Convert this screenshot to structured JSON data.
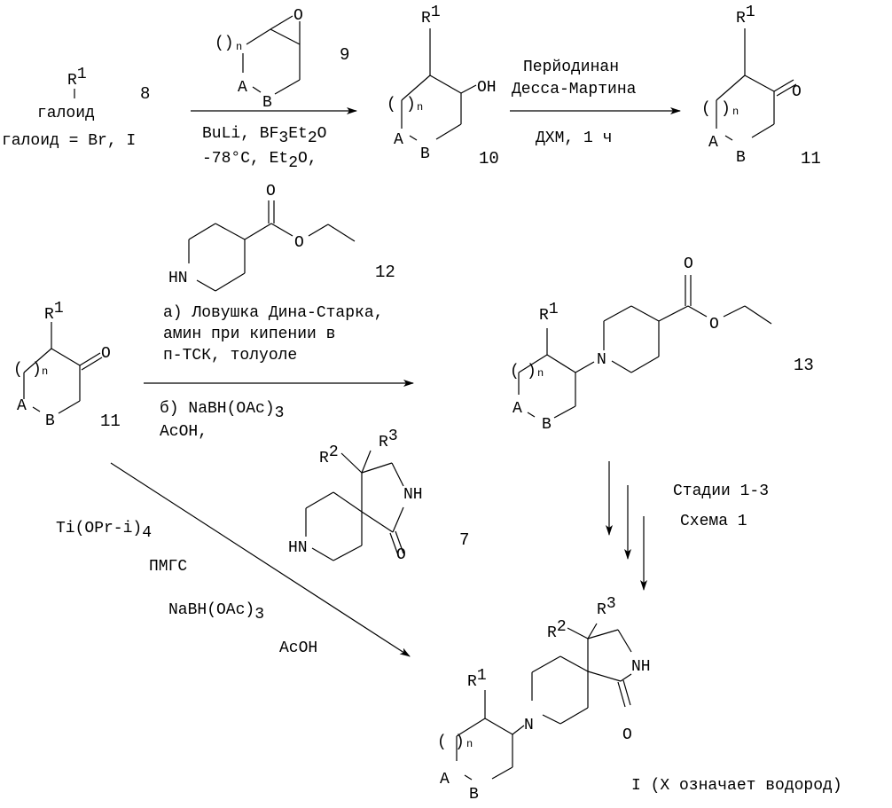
{
  "compound_8": {
    "r": "R",
    "r_sup": "1",
    "line1": "галоид",
    "line2": "галоид = Br, I",
    "number": "8"
  },
  "compound_9": {
    "o": "O",
    "n": "n",
    "a": "A",
    "b": "B",
    "number": "9"
  },
  "step1": {
    "reagent_a": "BuLi, BF",
    "sub_a": "3",
    "reagent_b": "Et",
    "sub_b": "2",
    "reagent_c": "O",
    "cond_a": "-78°C, Et",
    "cond_sub": "2",
    "cond_b": "O,"
  },
  "compound_10": {
    "r": "R",
    "r_sup": "1",
    "oh": "OH",
    "n": "n",
    "a": "A",
    "b": "B",
    "number": "10"
  },
  "step2": {
    "line1": "Перйодинан",
    "line2": "Десса-Мартина",
    "line3": "ДХМ, 1 ч"
  },
  "compound_11_top": {
    "r": "R",
    "r_sup": "1",
    "o": "O",
    "n": "n",
    "a": "A",
    "b": "B",
    "number": "11"
  },
  "compound_12": {
    "hn": "HN",
    "o1": "O",
    "o2": "O",
    "number": "12"
  },
  "step3": {
    "line_a1": "а) Ловушка Дина-Старка,",
    "line_a2": "амин при кипении в",
    "line_a3": "п-ТСК, толуоле",
    "line_b1": "б) NaBH(OAc)",
    "line_b1_sub": "3",
    "line_b2": "AcOH,"
  },
  "compound_11_left": {
    "r": "R",
    "r_sup": "1",
    "o": "O",
    "n": "n",
    "a": "A",
    "b": "B",
    "number": "11"
  },
  "compound_13": {
    "r": "R",
    "r_sup": "1",
    "n_atom": "N",
    "o1": "O",
    "o2": "O",
    "n": "n",
    "a": "A",
    "b": "B",
    "number": "13"
  },
  "compound_7": {
    "r2": "R",
    "r2_sup": "2",
    "r3": "R",
    "r3_sup": "3",
    "nh": "NH",
    "hn": "HN",
    "o": "O",
    "number": "7"
  },
  "step4": {
    "line1": "Ti(OPr-i)",
    "line1_sub": "4",
    "line2": "ПМГС",
    "line3": "NaBH(OAc)",
    "line3_sub": "3",
    "line4": "AcOH"
  },
  "step5": {
    "line1": "Стадии 1-3",
    "line2": "Схема 1"
  },
  "product_I": {
    "r1": "R",
    "r1_sup": "1",
    "r2": "R",
    "r2_sup": "2",
    "r3": "R",
    "r3_sup": "3",
    "nh": "NH",
    "n_atom": "N",
    "o": "O",
    "n": "n",
    "a": "A",
    "b": "B",
    "caption": "I (X означает водород)"
  }
}
